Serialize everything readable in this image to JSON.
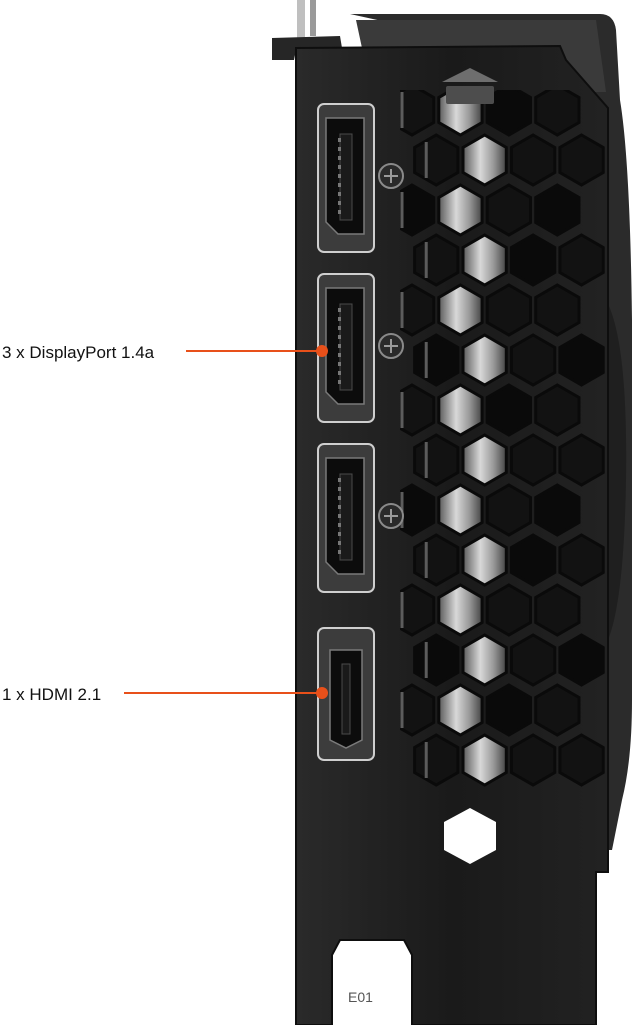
{
  "callouts": {
    "displayport": {
      "label": "3 x DisplayPort 1.4a"
    },
    "hdmi": {
      "label": "1 x HDMI 2.1"
    }
  },
  "bracket": {
    "stamp": "E01"
  },
  "colors": {
    "callout_line": "#e8501a",
    "bracket": "#1b1b1b",
    "bracket_edge": "#333333",
    "port_frame": "#cfcfcf",
    "heatsink": "#8a8a8a",
    "background": "#ffffff"
  }
}
